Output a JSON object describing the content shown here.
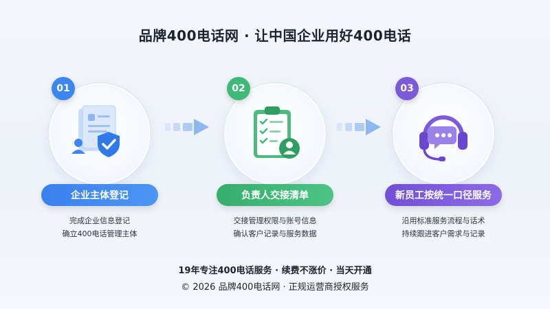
{
  "title": "品牌400电话网 · 让中国企业用好400电话",
  "steps": [
    {
      "number": "01",
      "label": "企业主体登记",
      "lines": [
        "完成企业信息登记",
        "确立400电话管理主体"
      ],
      "color": "#3d86f0",
      "icon": "document-shield-icon"
    },
    {
      "number": "02",
      "label": "负责人交接清单",
      "lines": [
        "交接管理权限与账号信息",
        "确认客户记录与服务数据"
      ],
      "color": "#3fb978",
      "icon": "clipboard-checklist-icon"
    },
    {
      "number": "03",
      "label": "新员工按统一口径服务",
      "lines": [
        "沿用标准服务流程与话术",
        "持续跟进客户需求与记录"
      ],
      "color": "#7c5ad8",
      "icon": "headset-icon"
    }
  ],
  "footer": {
    "line1": "19年专注400电话服务 · 续费不涨价 · 当天开通",
    "line2": "© 2026 品牌400电话网 · 正规运营商授权服务"
  }
}
